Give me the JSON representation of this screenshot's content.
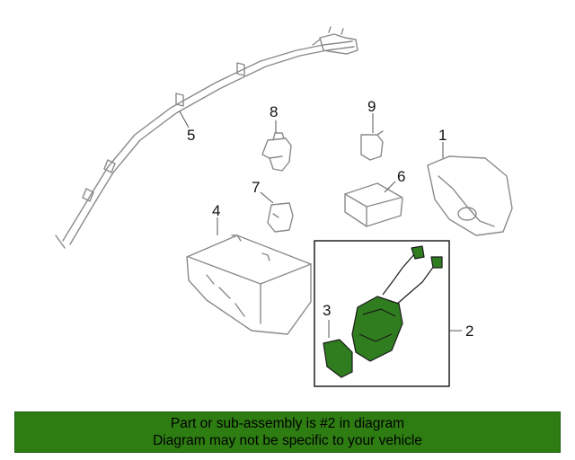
{
  "diagram": {
    "callouts": [
      {
        "id": "1",
        "label": "1"
      },
      {
        "id": "2",
        "label": "2"
      },
      {
        "id": "3",
        "label": "3"
      },
      {
        "id": "4",
        "label": "4"
      },
      {
        "id": "5",
        "label": "5"
      },
      {
        "id": "6",
        "label": "6"
      },
      {
        "id": "7",
        "label": "7"
      },
      {
        "id": "8",
        "label": "8"
      },
      {
        "id": "9",
        "label": "9"
      }
    ],
    "highlighted_part": "2"
  },
  "banner": {
    "line1": "Part or sub-assembly is #2 in diagram",
    "line2": "Diagram may not be specific to your vehicle",
    "background": "#2e7d12"
  },
  "colors": {
    "highlight_part": "#2f7d1f",
    "outline": "#8a8a8a"
  }
}
